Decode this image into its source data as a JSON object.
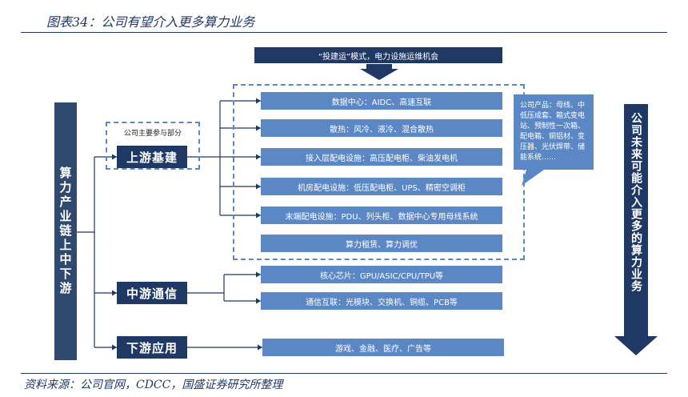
{
  "figure_title": "图表34：公司有望介入更多算力业务",
  "source": "资料来源：公司官网，CDCC，国盛证券研究所整理",
  "top_banner": "“投建运”模式，电力设施运维机会",
  "left_bar": "算力产业链上中下游",
  "right_arrow": "公司未来可能介入更多的算力业务",
  "participation_label": "公司主要参与部分",
  "stages": {
    "upstream": "上游基建",
    "midstream": "中游通信",
    "downstream": "下游应用"
  },
  "upstream_items": [
    "数据中心：AIDC、高速互联",
    "散热：风冷、液冷、混合散热",
    "接入层配电设施：高压配电柜、柴油发电机",
    "机房配电设施：低压配电柜、UPS、精密空调柜",
    "末端配电设施：PDU、列头柜、数据中心专用母线系统",
    "算力租赁、算力调优"
  ],
  "midstream_items": [
    "核心芯片：GPU/ASIC/CPU/TPU等",
    "通信互联：光模块、交换机、铜缆、PCB等"
  ],
  "downstream_items": [
    "游戏、金融、医疗、广告等"
  ],
  "callout": "公司产品：母线、中低压成套、箱式变电站、预制性一次箱、配电箱、铜铝材、变压器、光伏焊带、储能系统……",
  "colors": {
    "dark_navy": "#1f3864",
    "item_blue": "#5b87c5",
    "connector": "#1f3864"
  }
}
